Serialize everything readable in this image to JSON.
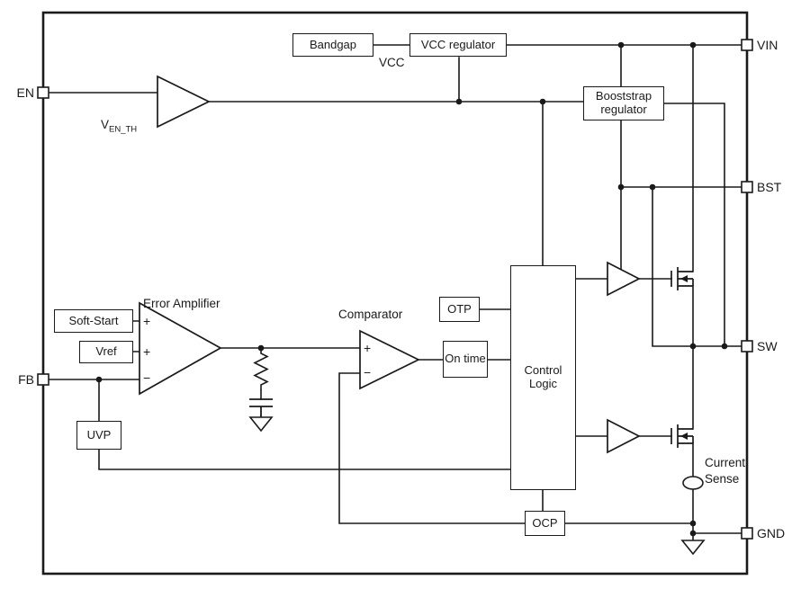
{
  "diagram": {
    "pins": {
      "vin": "VIN",
      "en": "EN",
      "bst": "BST",
      "sw": "SW",
      "fb": "FB",
      "gnd": "GND"
    },
    "blocks": {
      "bandgap": "Bandgap",
      "vcc_regulator": "VCC regulator",
      "bootstrap_regulator": "Booststrap regulator",
      "soft_start": "Soft-Start",
      "vref": "Vref",
      "uvp": "UVP",
      "otp": "OTP",
      "on_time": "On time",
      "control_logic": "Control Logic",
      "ocp": "OCP"
    },
    "labels": {
      "vcc_net": "VCC",
      "error_amplifier": "Error Amplifier",
      "comparator": "Comparator",
      "current_sense": "Current Sense",
      "en_threshold_base": "V",
      "en_threshold_sub": "EN_TH",
      "plus": "+",
      "minus": "−"
    },
    "colors": {
      "line": "#1a1a1a",
      "background": "#ffffff"
    }
  }
}
